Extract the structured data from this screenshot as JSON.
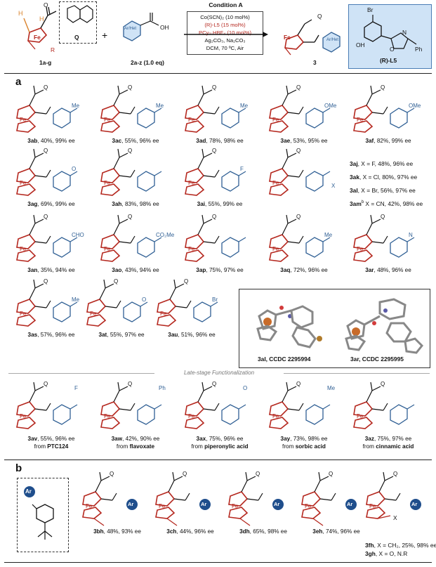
{
  "scheme": {
    "condition_title": "Condition A",
    "conditions": [
      "Co(SCN)₂ (10 mol%)",
      "(R)-L5 (15 mol%)",
      "PCy₃·HBF₄ (10 mol%)",
      "Ag₂CO₃, Na₂CO₃",
      "DCM, 70 ºC, Air"
    ],
    "substrate1_label": "1a-g",
    "substrate2_label": "2a-z (1.0 eq)",
    "product_label": "3",
    "plus": "+",
    "q_label": "Q",
    "ar_het": "Ar/Het",
    "ligand_label": "(R)-L5",
    "ligand_atoms": {
      "br": "Br",
      "oh": "OH",
      "n": "N",
      "o": "O",
      "ph": "Ph"
    },
    "atoms": {
      "fe": "Fe",
      "r": "R",
      "h": "H",
      "o": "O",
      "n": "N",
      "q": "Q",
      "oh": "OH"
    }
  },
  "section_a": {
    "letter": "a",
    "compounds": [
      {
        "id": "3ab",
        "text": "40%, 99% ee",
        "sub": "Me"
      },
      {
        "id": "3ac",
        "text": "55%, 96% ee",
        "sub": "Me"
      },
      {
        "id": "3ad",
        "text": "78%, 98% ee",
        "sub": "Me"
      },
      {
        "id": "3ae",
        "text": "53%, 95% ee",
        "sub": "OMe"
      },
      {
        "id": "3af",
        "text": "82%, 99% ee",
        "sub": "OMe"
      },
      {
        "id": "3ag",
        "text": "69%, 99% ee",
        "sub": "O"
      },
      {
        "id": "3ah",
        "text": "83%, 98% ee",
        "sub": ""
      },
      {
        "id": "3ai",
        "text": "55%, 99% ee",
        "sub": "F"
      },
      {
        "id": "3an",
        "text": "35%, 94% ee",
        "sub": "CHO"
      },
      {
        "id": "3ao",
        "text": "43%, 94% ee",
        "sub": "CO₂Me"
      },
      {
        "id": "3ap",
        "text": "75%, 97% ee",
        "sub": ""
      },
      {
        "id": "3aq",
        "text": "72%, 96% ee",
        "sub": "Me"
      },
      {
        "id": "3ar",
        "text": "48%, 96% ee",
        "sub": "N"
      },
      {
        "id": "3as",
        "text": "57%, 96% ee",
        "sub": "Me"
      },
      {
        "id": "3at",
        "text": "55%, 97% ee",
        "sub": "O"
      },
      {
        "id": "3au",
        "text": "51%, 96% ee",
        "sub": "Br"
      }
    ],
    "halo_generic_sub": "X",
    "halo_list": [
      {
        "id": "3aj",
        "text": ", X = F, 48%, 96% ee"
      },
      {
        "id": "3ak",
        "text": ", X = Cl, 80%, 97% ee"
      },
      {
        "id": "3al",
        "text": ", X = Br, 56%, 97% ee"
      },
      {
        "id": "3am",
        "sup": "b",
        "text": " X = CN, 42%, 98% ee"
      }
    ],
    "xray": [
      {
        "id": "3al",
        "text": ", CCDC 2295994"
      },
      {
        "id": "3ar",
        "text": ", CCDC 2295995"
      }
    ],
    "late_stage_title": "Late-stage Functionalization",
    "late_stage": [
      {
        "id": "3av",
        "text": "55%, 96% ee",
        "from": "from ",
        "src": "PTC124",
        "sub": "F"
      },
      {
        "id": "3aw",
        "text": "42%, 90% ee",
        "from": "from ",
        "src": "flavoxate",
        "sub": "Ph"
      },
      {
        "id": "3ax",
        "text": "75%, 96% ee",
        "from": "from ",
        "src": "piperonylic acid",
        "sub": "O"
      },
      {
        "id": "3ay",
        "text": "73%, 98% ee",
        "from": "from ",
        "src": "sorbic acid",
        "sub": "Me"
      },
      {
        "id": "3az",
        "text": "75%, 97% ee",
        "from": "from ",
        "src": "cinnamic acid",
        "sub": ""
      }
    ],
    "extra_atoms": {
      "me": "Me",
      "n": "N",
      "o": "O"
    }
  },
  "section_b": {
    "letter": "b",
    "ar_badge": "Ar",
    "compounds": [
      {
        "id": "3bh",
        "text": "48%, 93% ee"
      },
      {
        "id": "3ch",
        "text": "44%, 96% ee"
      },
      {
        "id": "3dh",
        "text": "65%, 98% ee"
      },
      {
        "id": "3eh",
        "text": "74%, 96% ee"
      }
    ],
    "last_atom": "X",
    "last_list": [
      {
        "id": "3fh",
        "text": ", X = CH₂, 25%, 98% ee"
      },
      {
        "id": "3gh",
        "text": ", X = O, N.R"
      }
    ]
  },
  "colors": {
    "ferrocene_red": "#b5281f",
    "aryl_blue": "#2f5f94",
    "ligand_bg": "#cfe3f6",
    "badge": "#1f4e8c",
    "orange": "#d9822b"
  }
}
